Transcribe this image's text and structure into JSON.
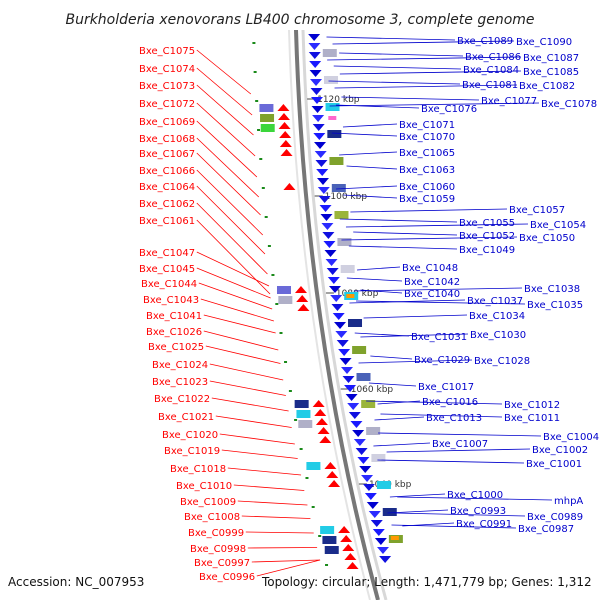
{
  "title": "Burkholderia xenovorans LB400 chromosome 3, complete genome",
  "footer": {
    "accession": "Accession: NC_007953",
    "summary": "Topology: circular; Length: 1,471,779 bp; Genes: 1,312"
  },
  "colors": {
    "left_labels": "#ff0000",
    "right_labels": "#0000cc",
    "backbone": "#777777",
    "ruler": "#444444"
  },
  "ticks": [
    {
      "label": "1120 kbp"
    },
    {
      "label": "1100 kbp"
    },
    {
      "label": "1080 kbp"
    },
    {
      "label": "1060 kbp"
    },
    {
      "label": "1040 kbp"
    }
  ],
  "left_genes": [
    "Bxe_C1075",
    "Bxe_C1074",
    "Bxe_C1073",
    "Bxe_C1072",
    "Bxe_C1069",
    "Bxe_C1068",
    "Bxe_C1067",
    "Bxe_C1066",
    "Bxe_C1064",
    "Bxe_C1062",
    "Bxe_C1061",
    "Bxe_C1047",
    "Bxe_C1045",
    "Bxe_C1044",
    "Bxe_C1043",
    "Bxe_C1041",
    "Bxe_C1026",
    "Bxe_C1025",
    "Bxe_C1024",
    "Bxe_C1023",
    "Bxe_C1022",
    "Bxe_C1021",
    "Bxe_C1020",
    "Bxe_C1019",
    "Bxe_C1018",
    "Bxe_C1010",
    "Bxe_C1009",
    "Bxe_C1008",
    "Bxe_C0999",
    "Bxe_C0998",
    "Bxe_C0997",
    "Bxe_C0996"
  ],
  "right_genes": [
    "Bxe_C1089",
    "Bxe_C1090",
    "Bxe_C1086",
    "Bxe_C1087",
    "Bxe_C1084",
    "Bxe_C1085",
    "Bxe_C1081",
    "Bxe_C1082",
    "Bxe_C1077",
    "Bxe_C1078",
    "Bxe_C1076",
    "Bxe_C1071",
    "Bxe_C1070",
    "Bxe_C1065",
    "Bxe_C1063",
    "Bxe_C1060",
    "Bxe_C1059",
    "Bxe_C1057",
    "Bxe_C1055",
    "Bxe_C1054",
    "Bxe_C1052",
    "Bxe_C1050",
    "Bxe_C1049",
    "Bxe_C1048",
    "Bxe_C1042",
    "Bxe_C1038",
    "Bxe_C1040",
    "Bxe_C1037",
    "Bxe_C1035",
    "Bxe_C1034",
    "Bxe_C1031",
    "Bxe_C1030",
    "Bxe_C1029",
    "Bxe_C1028",
    "Bxe_C1017",
    "Bxe_C1016",
    "Bxe_C1012",
    "Bxe_C1013",
    "Bxe_C1011",
    "Bxe_C1007",
    "Bxe_C1004",
    "Bxe_C1002",
    "Bxe_C1001",
    "Bxe_C1000",
    "mhpA",
    "Bxe_C0993",
    "Bxe_C0989",
    "Bxe_C0991",
    "Bxe_C0987"
  ]
}
